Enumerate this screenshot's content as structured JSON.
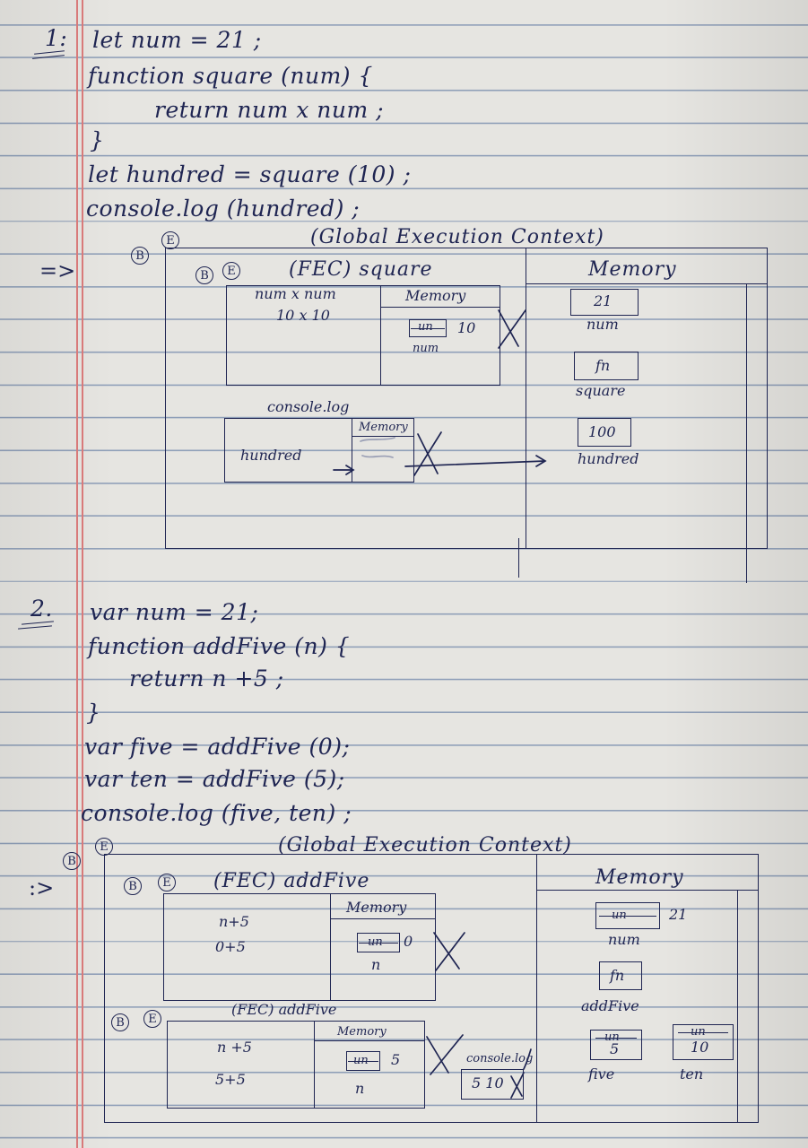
{
  "ex1": {
    "number": "1:",
    "lines": [
      "let  num  = 21 ;",
      "function  square (num)  {",
      "return     num x num ;",
      "}",
      "let  hundred  =  square (10) ;",
      "console.log (hundred) ;"
    ],
    "diagram": {
      "arrow": "=>",
      "gec_badges": [
        "B",
        "E"
      ],
      "gec_title": "(Global Execution Context)",
      "fec_badges": [
        "B",
        "E"
      ],
      "fec_title": "(FEC)  square",
      "fec_code": [
        "num x num",
        "10 x 10"
      ],
      "fec_memory_title": "Memory",
      "fec_memory_value_struck": "un",
      "fec_memory_value": "10",
      "fec_memory_var": "num",
      "console_title": "console.log",
      "console_value": "hundred",
      "console_memory_title": "Memory",
      "global_memory_title": "Memory",
      "global_memory": [
        {
          "value": "21",
          "name": "num"
        },
        {
          "value": "fn",
          "name": "square"
        },
        {
          "value": "100",
          "name": "hundred"
        }
      ]
    }
  },
  "ex2": {
    "number": "2.",
    "lines": [
      "var  num  = 21;",
      "function  addFive (n) {",
      "return     n +5 ;",
      "}",
      "var  five  =  addFive (0);",
      "var  ten   =  addFive (5);",
      "console.log (five,  ten) ;"
    ],
    "diagram": {
      "arrow": ":>",
      "gec_badges": [
        "B",
        "E"
      ],
      "gec_title": "(Global Execution Context)",
      "fec1_badges": [
        "B",
        "E"
      ],
      "fec1_title": "(FEC)  addFive",
      "fec1_code": [
        "n+5",
        "0+5"
      ],
      "fec1_memory_title": "Memory",
      "fec1_memory_value_struck": "un",
      "fec1_memory_value": "0",
      "fec1_memory_var": "n",
      "fec2_badges": [
        "B",
        "E"
      ],
      "fec2_title": "(FEC)  addFive",
      "fec2_code": [
        "n +5",
        "5+5"
      ],
      "fec2_memory_title": "Memory",
      "fec2_memory_value_struck": "un",
      "fec2_memory_value": "5",
      "fec2_memory_var": "n",
      "console_title": "console.log",
      "console_value": "5 10",
      "global_memory_title": "Memory",
      "global_num_struck": "un",
      "global_num_value": "21",
      "global_num_name": "num",
      "global_fn_value": "fn",
      "global_fn_name": "addFive",
      "global_five_struck": "un",
      "global_five_value": "5",
      "global_five_name": "five",
      "global_ten_struck": "un",
      "global_ten_value": "10",
      "global_ten_name": "ten"
    }
  },
  "colors": {
    "ink": "#1f2552",
    "margin": "#d87a7a",
    "rule": "#8f9fb8",
    "paper": "#e6e5e1"
  }
}
